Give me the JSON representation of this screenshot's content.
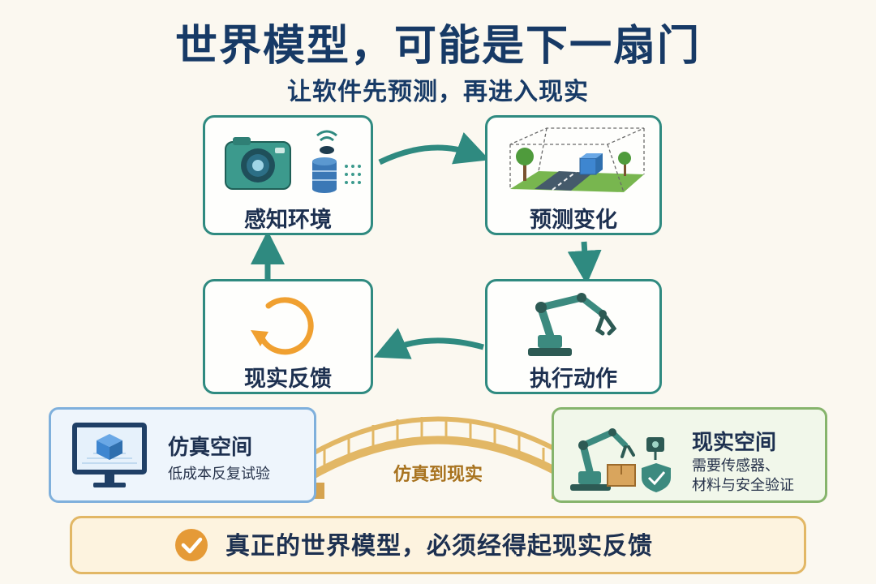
{
  "title": "世界模型，可能是下一扇门",
  "subtitle": "让软件先预测，再进入现实",
  "cycle": {
    "perceive": {
      "label": "感知环境",
      "icons": [
        "camera-icon",
        "wireless-sensor-icon",
        "database-icon"
      ]
    },
    "predict": {
      "label": "预测变化",
      "icons": [
        "3d-scene-icon"
      ]
    },
    "act": {
      "label": "执行动作",
      "icons": [
        "robot-arm-icon"
      ]
    },
    "feedback": {
      "label": "现实反馈",
      "icons": [
        "cycle-arrow-icon"
      ]
    }
  },
  "bridge": {
    "label": "仿真到现实",
    "simulation": {
      "title": "仿真空间",
      "text": "低成本反复试验",
      "icon": "monitor-cube-icon"
    },
    "reality": {
      "title": "现实空间",
      "line1": "需要传感器、",
      "line2": "材料与安全验证",
      "icons": [
        "robot-arm-icon",
        "box-icon",
        "shield-check-icon"
      ]
    }
  },
  "conclusion": {
    "text": "真正的世界模型，必须经得起现实反馈",
    "icon": "check-circle-icon"
  },
  "colors": {
    "navy": "#173a66",
    "teal": "#2f8a80",
    "orange": "#f0a030",
    "gold": "#e2b765",
    "blue": "#4f8fd0",
    "green": "#86b46c"
  }
}
